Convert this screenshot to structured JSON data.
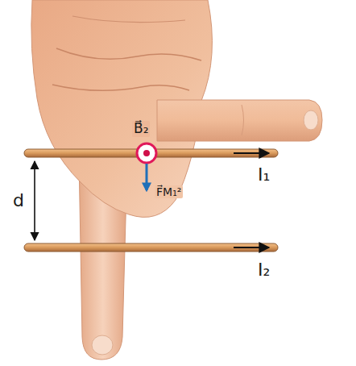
{
  "diagram": {
    "labels": [
      "B⃗₂",
      "F⃗M₁²",
      "d",
      "I₁",
      "I₂"
    ]
  }
}
